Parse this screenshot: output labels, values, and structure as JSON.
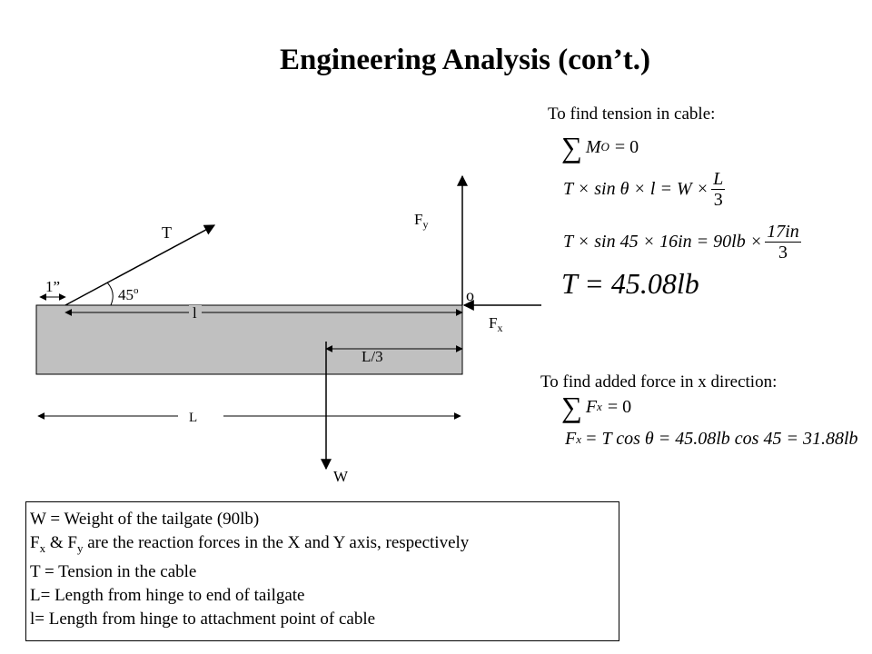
{
  "title": "Engineering Analysis (con’t.)",
  "diagram": {
    "labels": {
      "T": "T",
      "angle": "45",
      "angle_unit": "o",
      "one_inch": "1”",
      "l": "l",
      "Fy_base": "F",
      "Fy_sub": "y",
      "O": "o",
      "Fx_base": "F",
      "Fx_sub": "x",
      "L3": "L/3",
      "L": "L",
      "W": "W"
    },
    "colors": {
      "beam_fill": "#c0c0c0",
      "line": "#000000"
    }
  },
  "tension": {
    "heading": "To find tension in cable:",
    "eq1_lhs": "M",
    "eq1_sub": "O",
    "eq1_rhs": "= 0",
    "eq2_lhs": "T × sin θ × l = W ×",
    "eq2_num": "L",
    "eq2_den": "3",
    "eq3_lhs": "T × sin 45 × 16in = 90lb ×",
    "eq3_num": "17in",
    "eq3_den": "3",
    "result": "T = 45.08lb"
  },
  "xforce": {
    "heading": "To find added force in x direction:",
    "eq1_lhs": "F",
    "eq1_sub": "x",
    "eq1_rhs": "= 0",
    "eq2_lhs": "F",
    "eq2_sub": "x",
    "eq2_rhs": "= T cos θ = 45.08lb cos 45 = 31.88lb"
  },
  "definitions": {
    "line1": "W = Weight of the tailgate (90lb)",
    "line2_a": "F",
    "line2_sub1": "x",
    "line2_b": " & F",
    "line2_sub2": "y",
    "line2_c": "  are the reaction forces in the X and Y axis, respectively",
    "line3": "T =  Tension in the cable",
    "line4": "L= Length from hinge to end of tailgate",
    "line5": "l= Length from hinge to attachment point of cable"
  }
}
